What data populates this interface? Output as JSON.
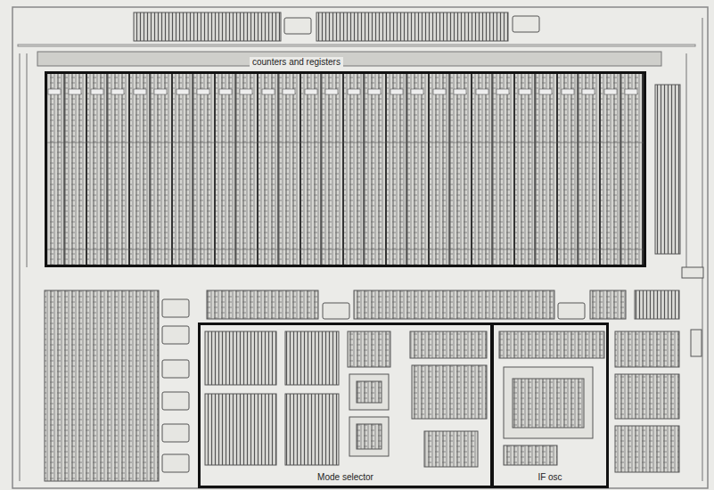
{
  "diagram": {
    "nodes": [
      {
        "text": [
          "counters and registers"
        ]
      },
      {
        "text": [
          "Mode selector"
        ]
      },
      {
        "text": [
          "IF osc"
        ]
      }
    ]
  }
}
